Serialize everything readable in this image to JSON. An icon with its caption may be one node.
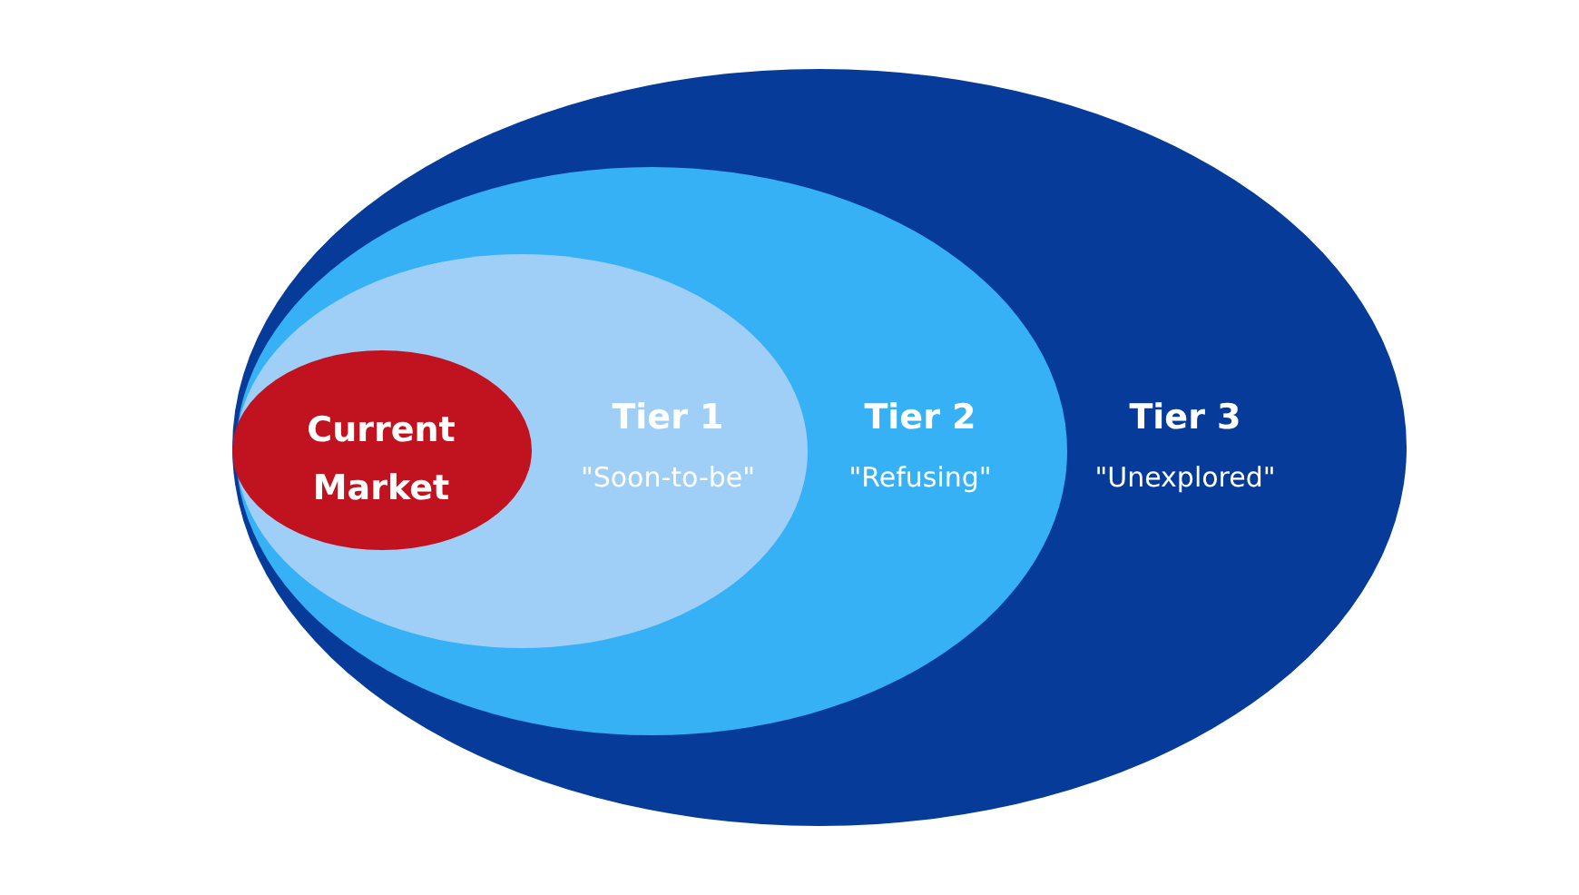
{
  "diagram": {
    "nodes": [
      {
        "text": [
          "Tier 3",
          "\"Unexplored\""
        ]
      },
      {
        "text": [
          "Tier 2",
          "\"Refusing\""
        ],
        "in": 0
      },
      {
        "text": [
          "Tier 1",
          "\"Soon-to-be\""
        ],
        "in": 1
      },
      {
        "text": [
          "Current Market"
        ],
        "in": 2
      }
    ]
  }
}
